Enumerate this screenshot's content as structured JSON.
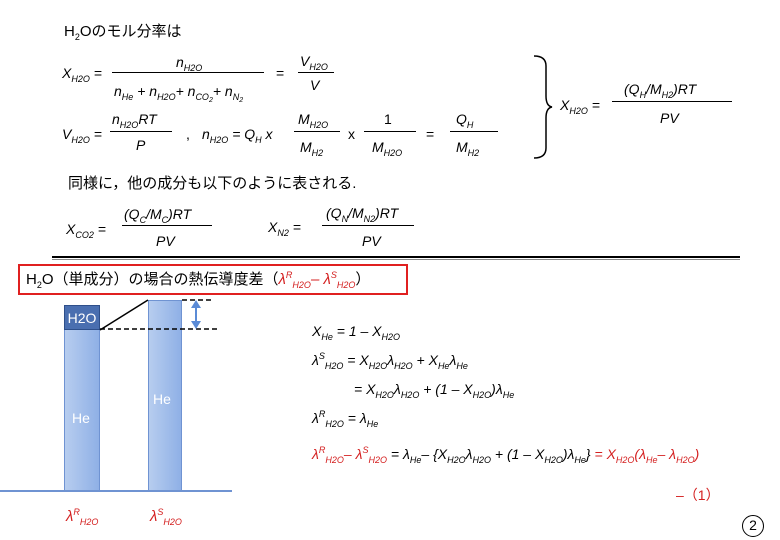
{
  "heading": "H2Oのモル分率は",
  "eq1": {
    "lhs": "XH2O =",
    "numerator": "nH2O",
    "denominator": "nHe + nH2O+ nCO2+ nN2",
    "equals": "=",
    "rhs_numerator": "VH2O",
    "rhs_denominator": "V"
  },
  "eq2": {
    "lhs": "VH2O =",
    "numerator": "nH2ORT",
    "denominator": "P",
    "comma": ",",
    "n_expr": "nH2O = QH x",
    "frac1_num": "MH2O",
    "frac1_den": "MH2",
    "times": "x",
    "frac2_num": "1",
    "frac2_den": "MH2O",
    "equals": "=",
    "frac3_num": "QH",
    "frac3_den": "MH2"
  },
  "result": {
    "lhs": "XH2O =",
    "numerator": "(QH/MH2)RT",
    "denominator": "PV"
  },
  "similar_text": "同様に，他の成分も以下のように表される.",
  "eq_co2": {
    "lhs": "XCO2 =",
    "numerator": "(QC/MC)RT",
    "denominator": "PV"
  },
  "eq_n2": {
    "lhs": "XN2 =",
    "numerator": "(QN/MN2)RT",
    "denominator": "PV"
  },
  "section_title": {
    "prefix": "H2O（単成分）の場合の熱伝導度差（",
    "red_part": "λRH2O– λSH2O",
    "suffix": "）"
  },
  "diagram": {
    "h2o_label": "H2O",
    "he_left": "He",
    "he_right": "He",
    "lambda_r": "λRH2O",
    "lambda_s": "λSH2O",
    "colors": {
      "bar": "#9db9ea",
      "h2o": "#4a6fb0",
      "arrow": "#5b8bd6",
      "accent": "#d42020"
    }
  },
  "derivation": {
    "line1": "XHe = 1 – XH2O",
    "line2": "λSH2O = XH2OλH2O + XHeλHe",
    "line3": "= XH2OλH2O + (1 – XH2O)λHe",
    "line4": "λRH2O = λHe",
    "line5_red1": "λRH2O– λSH2O",
    "line5_black": "= λHe– {XH2OλH2O + (1 – XH2O)λHe}",
    "line5_red2": "= XH2O(λHe– λH2O)",
    "eq_number": "–（1）"
  },
  "page_number": "②"
}
